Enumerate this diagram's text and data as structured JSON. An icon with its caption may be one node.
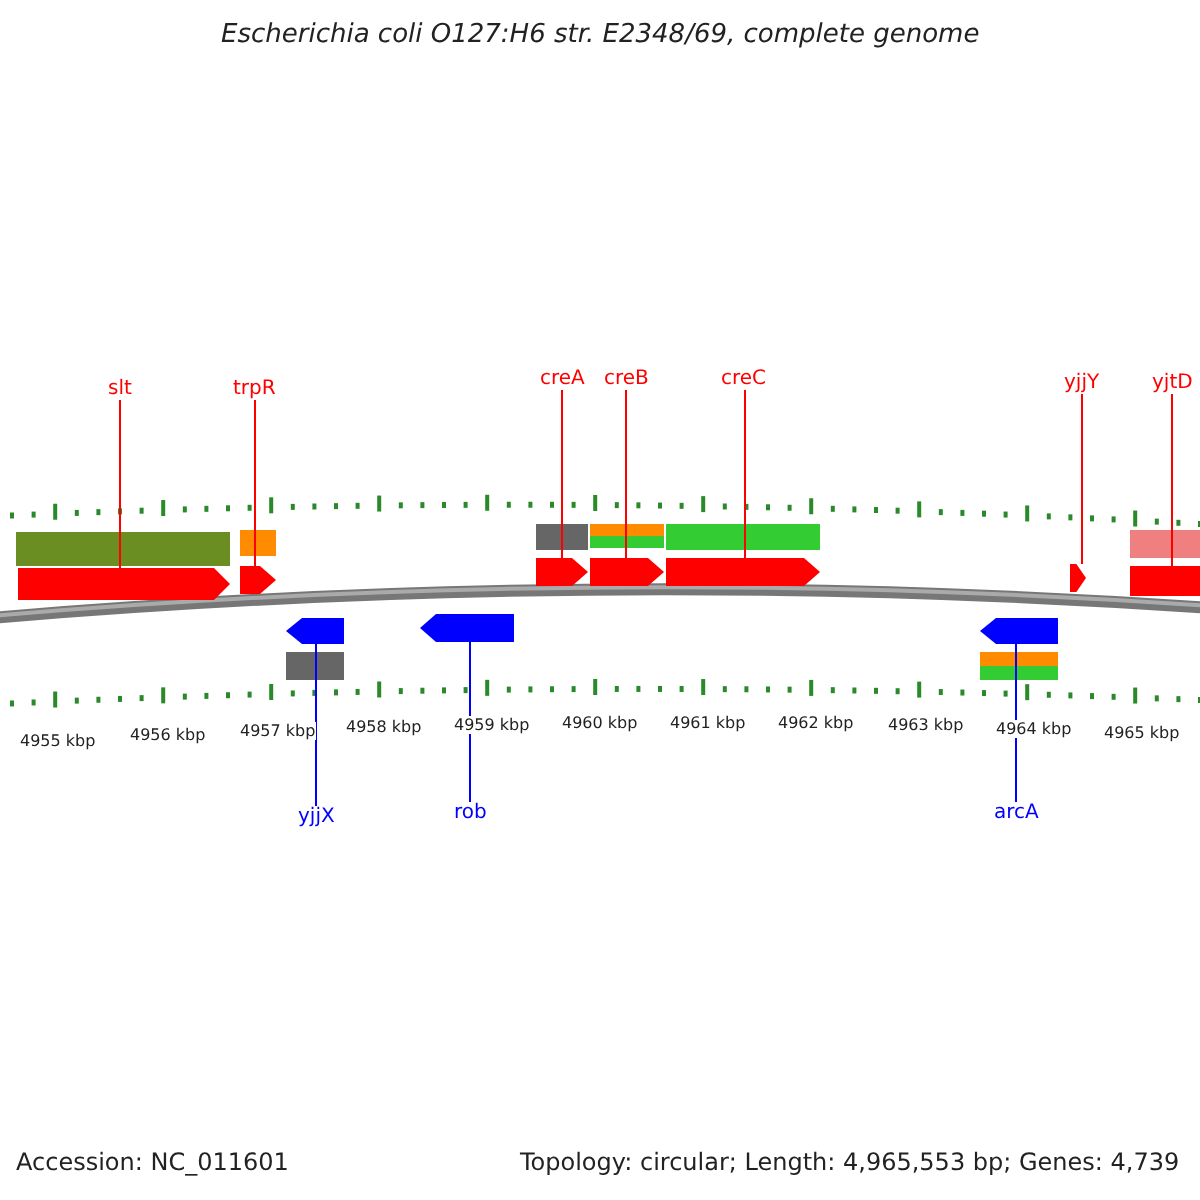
{
  "diagram": {
    "title": "Escherichia coli O127:H6 str. E2348/69, complete genome",
    "nodes": [
      {
        "text": [
          "slt"
        ]
      },
      {
        "text": [
          "trpR"
        ]
      },
      {
        "text": [
          "creA"
        ]
      },
      {
        "text": [
          "creB"
        ]
      },
      {
        "text": [
          "creC"
        ]
      },
      {
        "text": [
          "yjjY"
        ]
      },
      {
        "text": [
          "yjtD"
        ]
      },
      {
        "text": [
          "yjjX"
        ]
      },
      {
        "text": [
          "rob"
        ]
      },
      {
        "text": [
          "arcA"
        ]
      },
      {
        "text": [],
        "shape": "bar"
      },
      {
        "text": [],
        "shape": "bar"
      },
      {
        "text": [],
        "shape": "bar"
      },
      {
        "text": [],
        "shape": "bar"
      },
      {
        "text": [],
        "shape": "bar"
      },
      {
        "text": [],
        "shape": "bar"
      },
      {
        "text": [],
        "shape": "box"
      },
      {
        "text": [],
        "shape": "bar"
      },
      {
        "text": [],
        "shape": "bar"
      },
      {
        "text": [],
        "shape": "bar"
      }
    ],
    "edges": [
      {
        "from": 0,
        "to": 10,
        "arrow": "none"
      },
      {
        "from": 1,
        "to": 11,
        "arrow": "none"
      },
      {
        "from": 2,
        "to": 12,
        "arrow": "none"
      },
      {
        "from": 3,
        "to": 13,
        "arrow": "none"
      },
      {
        "from": 4,
        "to": 14,
        "arrow": "none"
      },
      {
        "from": 5,
        "to": 15,
        "arrow": "none"
      },
      {
        "from": 6,
        "to": 16,
        "arrow": "none"
      },
      {
        "from": 7,
        "to": 17,
        "arrow": "none",
        "color": "#0000ff"
      },
      {
        "from": 8,
        "to": 18,
        "arrow": "none",
        "color": "#0000ff"
      },
      {
        "from": 9,
        "to": 19,
        "arrow": "none",
        "color": "#0000ff"
      }
    ],
    "labels": [
      "4955 kbp",
      "4956 kbp",
      "4957 kbp",
      "4958 kbp",
      "4959 kbp",
      "4960 kbp",
      "4961 kbp",
      "4962 kbp",
      "4963 kbp",
      "4964 kbp",
      "4965 kbp",
      "Accession: NC_011601",
      "Topology: circular; Length: 4,965,553 bp; Genes: 4,739"
    ]
  }
}
